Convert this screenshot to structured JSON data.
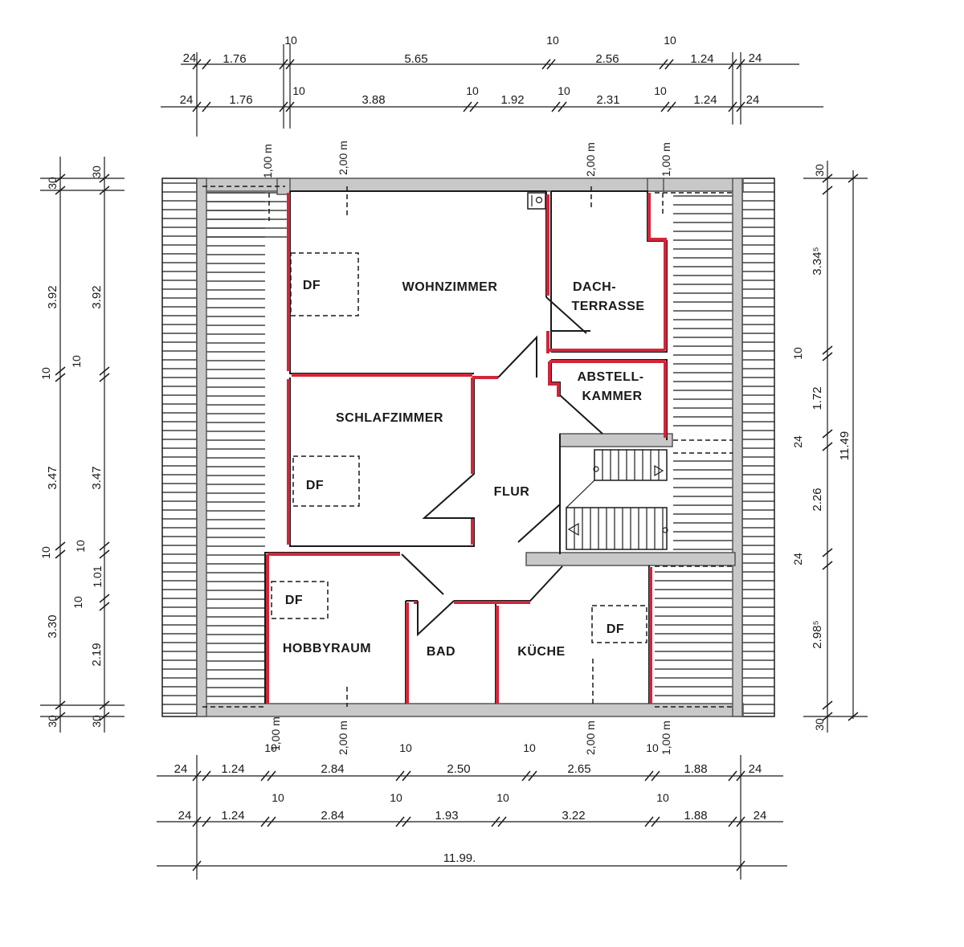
{
  "rooms": {
    "wohnzimmer": "WOHNZIMMER",
    "dachterrasse_1": "DACH-",
    "dachterrasse_2": "TERRASSE",
    "abstellkammer_1": "ABSTELL-",
    "abstellkammer_2": "KAMMER",
    "schlafzimmer": "SCHLAFZIMMER",
    "flur": "FLUR",
    "hobbyraum": "HOBBYRAUM",
    "bad": "BAD",
    "kueche": "KÜCHE",
    "df": "DF"
  },
  "height_marks": {
    "one_m": "1,00 m",
    "two_m": "2,00 m"
  },
  "dims_top_1": [
    "24",
    "1.76",
    "10",
    "5.65",
    "10",
    "2.56",
    "10",
    "1.24",
    "24"
  ],
  "dims_top_2": [
    "24",
    "1.76",
    "10",
    "3.88",
    "10",
    "1.92",
    "10",
    "2.31",
    "10",
    "1.24",
    "24"
  ],
  "dims_bottom_1": [
    "24",
    "1.24",
    "10",
    "2.84",
    "10",
    "2.50",
    "10",
    "2.65",
    "10",
    "1.88",
    "24"
  ],
  "dims_bottom_2": [
    "24",
    "1.24",
    "10",
    "2.84",
    "10",
    "1.93",
    "10",
    "3.22",
    "10",
    "1.88",
    "24"
  ],
  "dims_bottom_total": "11.99.",
  "dims_left_1": [
    "30",
    "3.92",
    "10",
    "3.47",
    "10",
    "3.30",
    "30"
  ],
  "dims_left_2": [
    "30",
    "3.92",
    "10",
    "3.47",
    "10",
    "1.01",
    "10",
    "2.19",
    "30"
  ],
  "dims_right_1": [
    "30",
    "3.34⁵",
    "10",
    "1.72",
    "24",
    "2.26",
    "24",
    "2.98⁵",
    "30"
  ],
  "dims_right_total": "11.49"
}
